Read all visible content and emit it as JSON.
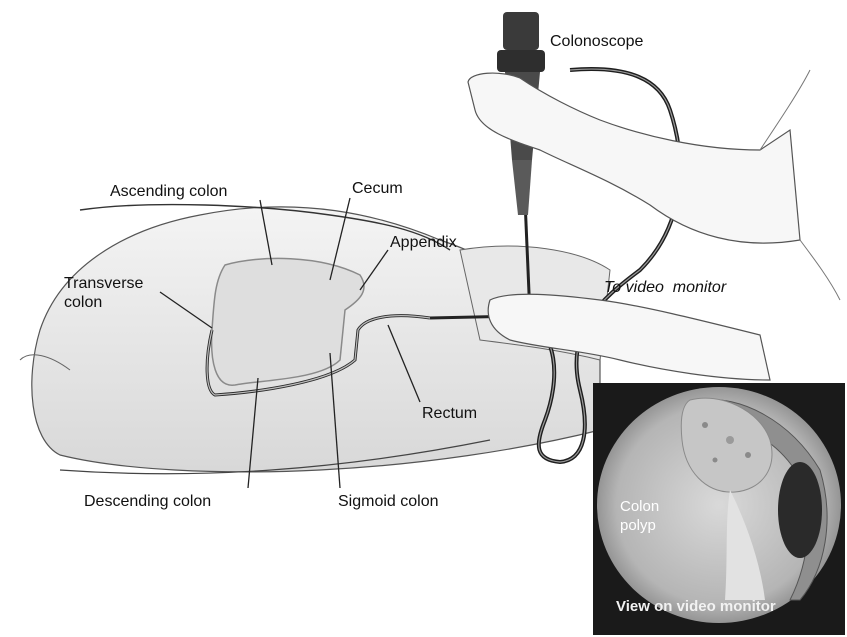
{
  "labels": {
    "colonoscope": "Colonoscope",
    "ascending_colon": "Ascending colon",
    "cecum": "Cecum",
    "appendix": "Appendix",
    "transverse_colon_line1": "Transverse",
    "transverse_colon_line2": "colon",
    "to_video_monitor": "To video  monitor",
    "rectum": "Rectum",
    "descending_colon": "Descending colon",
    "sigmoid_colon": "Sigmoid colon"
  },
  "inset": {
    "polyp_label_line1": "Colon",
    "polyp_label_line2": "polyp",
    "caption": "View on video monitor"
  },
  "colors": {
    "line": "#222222",
    "inset_frame": "#1a1a1a",
    "tissue": "#cfcfcf"
  }
}
